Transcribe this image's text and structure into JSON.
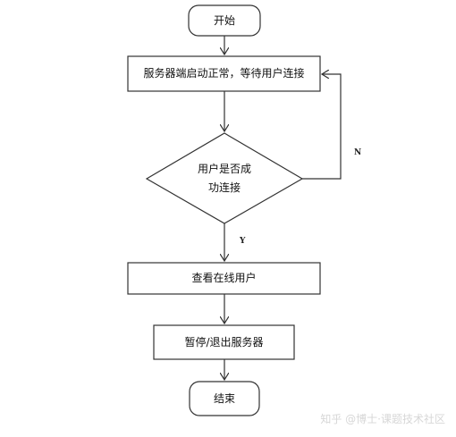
{
  "nodes": {
    "start": "开始",
    "server_start": "服务器端启动正常，等待用户连接",
    "decision": "用户是否成\n功连接",
    "view_online": "查看在线用户",
    "pause_exit": "暂停/退出服务器",
    "end": "结束"
  },
  "edges": {
    "yes_label": "Y",
    "no_label": "N"
  },
  "watermark": "知乎 @博士·课题技术社区"
}
